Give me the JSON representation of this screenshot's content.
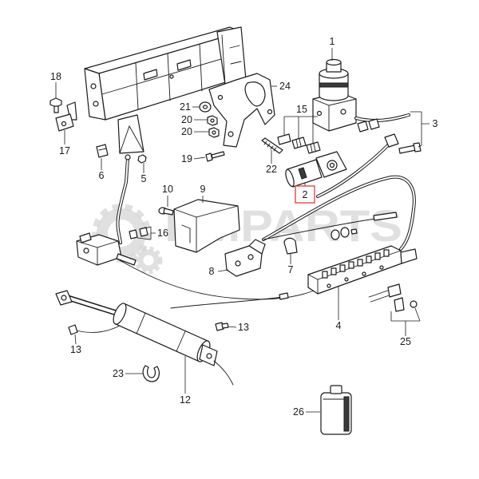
{
  "watermark": {
    "text": "RMPARTS"
  },
  "callouts": {
    "p1": "1",
    "p3": "3",
    "p4": "4",
    "p5": "5",
    "p6": "6",
    "p7": "7",
    "p8": "8",
    "p9": "9",
    "p10": "10",
    "p12": "12",
    "p13a": "13",
    "p13b": "13",
    "p15": "15",
    "p16": "16",
    "p17": "17",
    "p18": "18",
    "p19": "19",
    "p20a": "20",
    "p20b": "20",
    "p21": "21",
    "p22": "22",
    "p23": "23",
    "p24": "24",
    "p25": "25",
    "p26": "26"
  },
  "highlighted": {
    "label": "2"
  },
  "colors": {
    "line": "#1a1a1a",
    "watermark": "#d6d6d6",
    "highlight": "#e53935",
    "background": "#ffffff"
  }
}
